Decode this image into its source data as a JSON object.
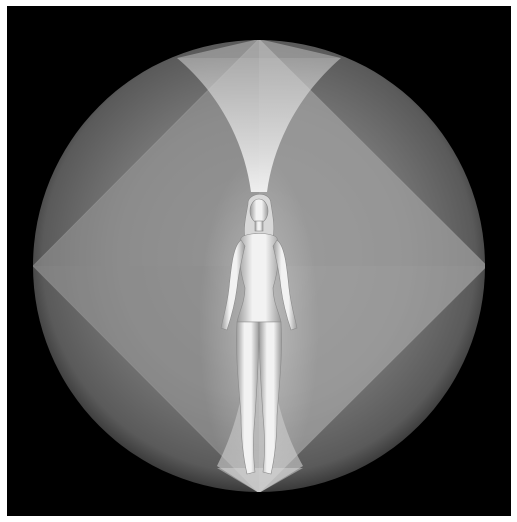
{
  "image": {
    "background": "#000000",
    "frame_color": "#ffffff",
    "sphere_color": "#7a7a7a",
    "light_color": "#e6e6e6",
    "elements": [
      "outer-sphere",
      "octahedron",
      "upper-light-cone",
      "lower-light-cone",
      "human-figure"
    ]
  }
}
